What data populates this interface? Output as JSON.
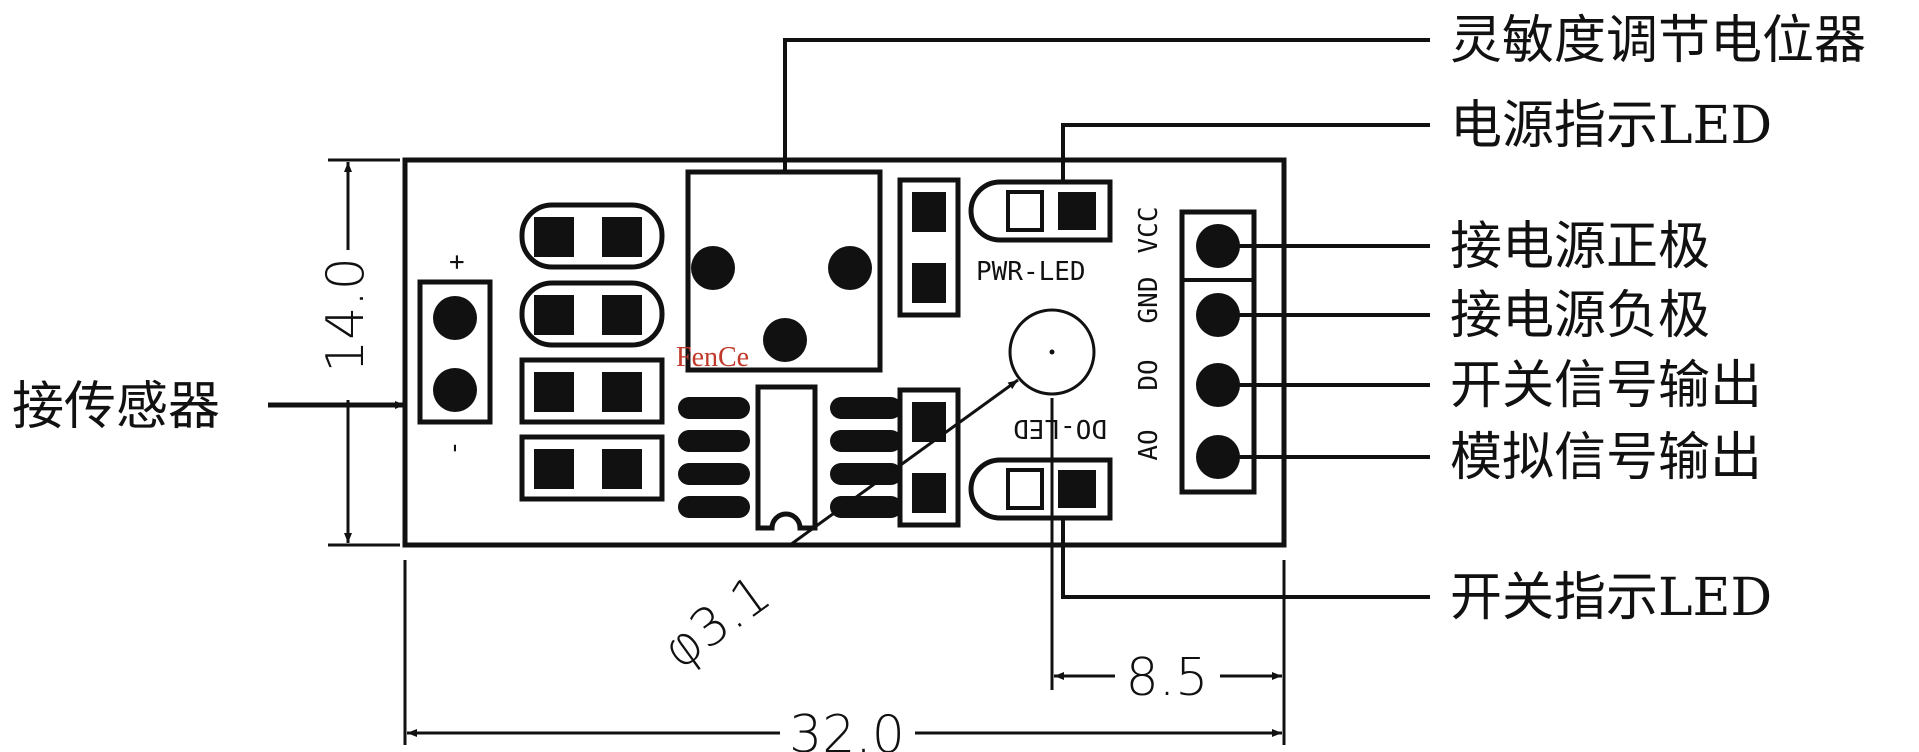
{
  "callouts": {
    "pot": "灵敏度调节电位器",
    "pwr_led": "电源指示LED",
    "vcc": "接电源正极",
    "gnd": "接电源负极",
    "do": "开关信号输出",
    "ao": "模拟信号输出",
    "do_led": "开关指示LED",
    "sensor": "接传感器"
  },
  "silkscreen": {
    "vcc": "VCC",
    "gnd": "GND",
    "do": "DO",
    "ao": "AO",
    "pwr_led": "PWR-LED",
    "do_led": "DO-LED",
    "plus": "+",
    "minus": "-"
  },
  "dimensions": {
    "width": "32.0",
    "height": "14.0",
    "hole_offset": "8.5",
    "hole_diameter": "φ3.1"
  },
  "watermark": "FenCe",
  "colors": {
    "line": "#111111",
    "watermark": "#c0392b"
  }
}
